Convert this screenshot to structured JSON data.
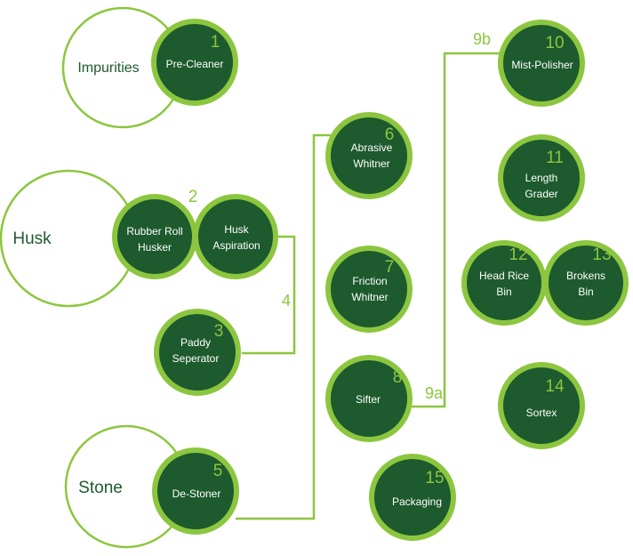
{
  "waste": {
    "impurities": "Impurities",
    "husk": "Husk",
    "stone": "Stone"
  },
  "nodes": {
    "n1": {
      "num": "1",
      "line1": "Pre-Cleaner",
      "line2": ""
    },
    "n2a": {
      "num": "2",
      "line1": "Rubber Roll",
      "line2": "Husker"
    },
    "n2b": {
      "num": "",
      "line1": "Husk",
      "line2": "Aspiration"
    },
    "n3": {
      "num": "3",
      "line1": "Paddy",
      "line2": "Seperator"
    },
    "n5": {
      "num": "5",
      "line1": "De-Stoner",
      "line2": ""
    },
    "n6": {
      "num": "6",
      "line1": "Abrasive",
      "line2": "Whitner"
    },
    "n7": {
      "num": "7",
      "line1": "Friction",
      "line2": "Whitner"
    },
    "n8": {
      "num": "8",
      "line1": "Sifter",
      "line2": ""
    },
    "n10": {
      "num": "10",
      "line1": "Mist-Polisher",
      "line2": ""
    },
    "n11": {
      "num": "11",
      "line1": "Length",
      "line2": "Grader"
    },
    "n12": {
      "num": "12",
      "line1": "Head Rice",
      "line2": "Bin"
    },
    "n13": {
      "num": "13",
      "line1": "Brokens",
      "line2": "Bin"
    },
    "n14": {
      "num": "14",
      "line1": "Sortex",
      "line2": ""
    },
    "n15": {
      "num": "15",
      "line1": "Packaging",
      "line2": ""
    }
  },
  "steps": {
    "s4": "4",
    "s9a": "9a",
    "s9b": "9b"
  },
  "colors": {
    "node_fill": "#1d5a2d",
    "accent_green": "#8cc63f",
    "waste_text": "#1f5a2e"
  }
}
